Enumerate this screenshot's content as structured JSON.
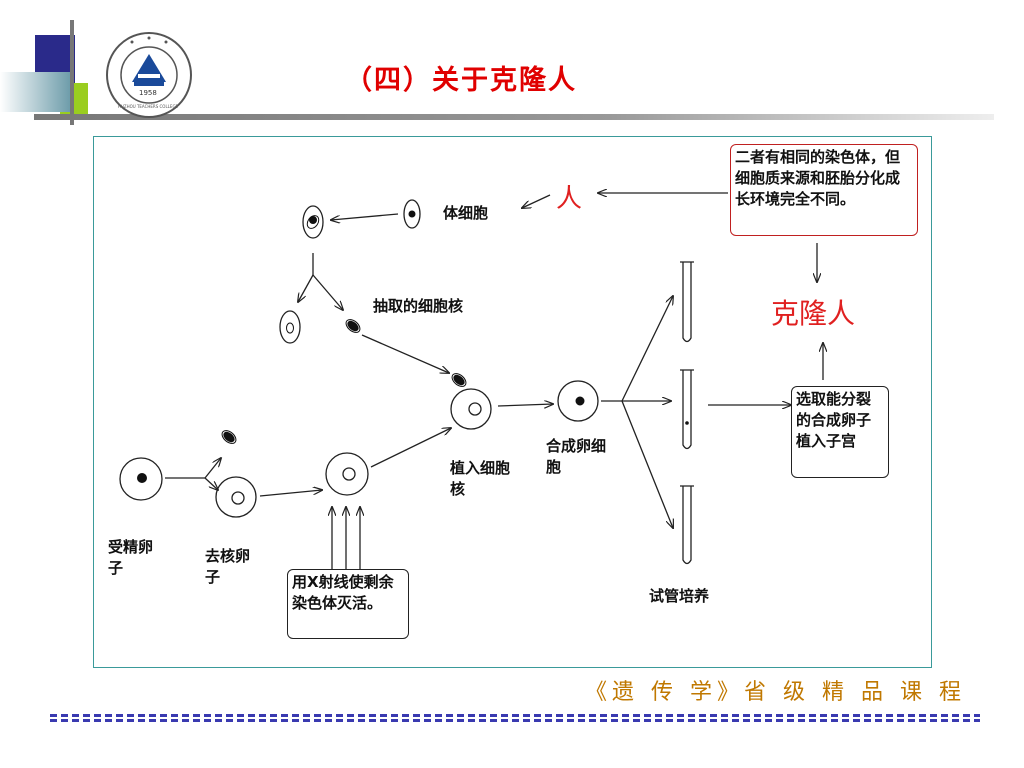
{
  "slide": {
    "title": "（四）关于克隆人",
    "footer": "《遗 传 学》省 级 精 品 课 程"
  },
  "logo": {
    "year": "1958",
    "ring_text": "HUZHOU TEACHERS COLLEGE"
  },
  "diagram": {
    "labels": {
      "body_cell": "体细胞",
      "human": "人",
      "extracted_nucleus": "抽取的细胞核",
      "implant_nucleus": "植入细胞核",
      "synthetic_egg": "合成卵细胞",
      "test_tube_culture": "试管培养",
      "clone_human": "克隆人",
      "fertilized_egg": "受精卵子",
      "enucleated_egg": "去核卵子"
    },
    "boxes": {
      "chromosome_note": "二者有相同的染色体，但细胞质来源和胚胎分化成长环境完全不同。",
      "implant_note": "选取能分裂的合成卵子植入子宫",
      "xray_note": "用X射线使剩余染色体灭活。"
    }
  },
  "colors": {
    "title": "#e00000",
    "footer": "#c07800",
    "frame": "#3a9a9a",
    "accent_red": "#e02020"
  }
}
